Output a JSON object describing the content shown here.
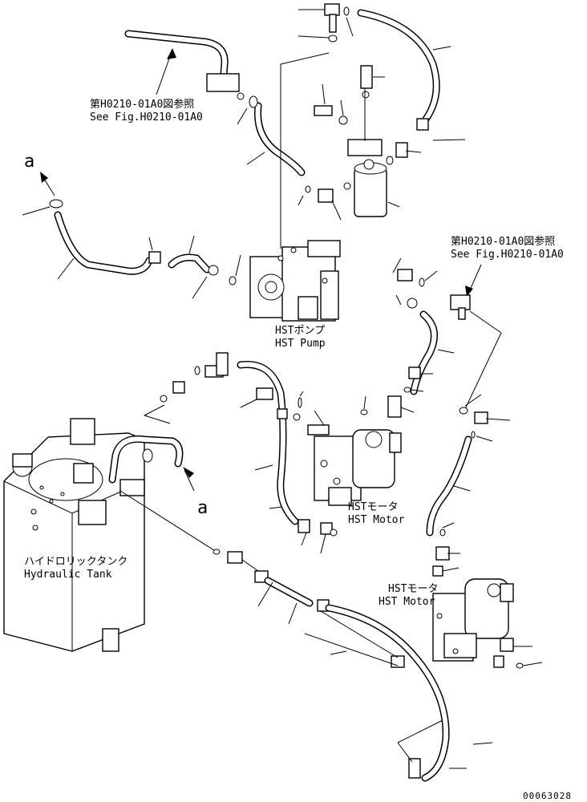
{
  "labels": {
    "ref_top_jp": "第H0210-01A0図参照",
    "ref_top_en": "See Fig.H0210-01A0",
    "ref_right_jp": "第H0210-01A0図参照",
    "ref_right_en": "See Fig.H0210-01A0",
    "hst_pump_jp": "HSTポンプ",
    "hst_pump_en": "HST Pump",
    "hst_motor1_jp": "HSTモータ",
    "hst_motor1_en": "HST Motor",
    "hst_motor2_jp": "HSTモータ",
    "hst_motor2_en": "HST Motor",
    "tank_jp": "ハイドロリックタンク",
    "tank_en": "Hydraulic Tank",
    "marker_top": "a",
    "marker_bottom": "a",
    "figure_code": "00063028"
  }
}
